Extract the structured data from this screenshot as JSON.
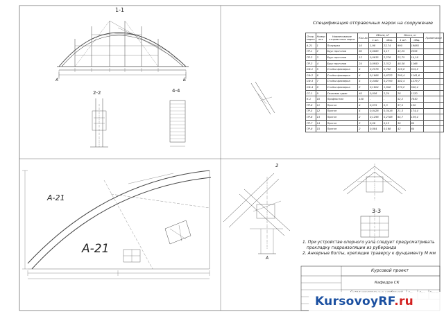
{
  "labels": {
    "section_1_1": "1-1",
    "section_2_2": "2-2",
    "section_4_4": "4-4",
    "section_3_3": "3-3",
    "arch_a21_small": "А-21",
    "arch_a21_large": "А-21",
    "node_2": "2",
    "node_A": "А",
    "node_B": "Б",
    "node_A_bottom": "А"
  },
  "spec": {
    "title": "Спецификация отправочных марок на сооружение",
    "headers": [
      "Отпр. марка",
      "Номер поз.",
      "Наименование отправочных марок",
      "Кол-во",
      "Объем, м³",
      "",
      "Масса, кг",
      "",
      "Примечание"
    ],
    "subheaders": [
      "1 шт.",
      "общ.",
      "1 шт.",
      "общ."
    ],
    "rows": [
      [
        "А-21",
        "1",
        "Полуарка",
        "10",
        "1,98",
        "22,74",
        "990",
        "19885"
      ],
      [
        "ПР-1",
        "2",
        "Брус прогонов",
        "60",
        "0,0863",
        "5,17",
        "43,25",
        "2595"
      ],
      [
        "ПР-2",
        "3",
        "Брус прогонов",
        "12",
        "0,0635",
        "2,278",
        "23,75",
        "14,18"
      ],
      [
        "ПР-3",
        "4",
        "Брус прогонов",
        "24",
        "0,0950",
        "2,312",
        "48,58",
        "1166"
      ],
      [
        "СФ-1",
        "5",
        "Стойка фахверка",
        "4",
        "0,2576",
        "0,782",
        "128,8",
        "515,2"
      ],
      [
        "СФ-2",
        "6",
        "Стойка фахверка",
        "4",
        "0,1688",
        "0,6722",
        "290,4",
        "1161,6"
      ],
      [
        "СФ-3",
        "7",
        "Стойка фахверка",
        "4",
        "0,4464",
        "0,2793",
        "482,4",
        "1279,7"
      ],
      [
        "СФ-4",
        "8",
        "Стойка фахверка",
        "2",
        "0,1604",
        "1,848",
        "270,2",
        "540,4"
      ],
      [
        "СС-1",
        "9",
        "Связевая сдвиг",
        "40",
        "0,056",
        "2,24",
        "28",
        "1120"
      ],
      [
        "К-1",
        "10",
        "Профнастил",
        "150",
        "-",
        "-",
        "52,2",
        "7830"
      ],
      [
        "ПР-6",
        "11",
        "Прогон",
        "4",
        "0,075",
        "0,3",
        "37,5",
        "150"
      ],
      [
        "ПР-5",
        "12",
        "Прогон",
        "4",
        "0,0426",
        "0,3416",
        "21,3",
        "174,4"
      ],
      [
        "ПР-6",
        "13",
        "Прогон",
        "2",
        "0,1296",
        "0,2788",
        "64,7",
        "139,4"
      ],
      [
        "ПР-7",
        "14",
        "Прогон",
        "2",
        "0,06",
        "0,12",
        "30",
        "60"
      ],
      [
        "ПР-8",
        "15",
        "Прогон",
        "2",
        "0,084",
        "0,168",
        "42",
        "84"
      ]
    ]
  },
  "notes": {
    "line1": "1. При устройстве опорного узла следует предусматривать",
    "line2": "прокладку гидроизоляции из рубероида",
    "line3": "2. Анкерные болты, крепящие траверсу к фундаменту М мм"
  },
  "title_block": {
    "project": "Курсовой проект",
    "dept": "Кафедра СК",
    "object": "Склад минеральных удобрений",
    "sheet_cols": [
      "Лит.",
      "Лист",
      "Листов"
    ]
  },
  "logo": {
    "part1": "KursovoyRF",
    "part2": ".ru"
  },
  "colors": {
    "line": "#3a3a3a",
    "logo_blue": "#1a4fa0",
    "logo_red": "#d32121"
  }
}
